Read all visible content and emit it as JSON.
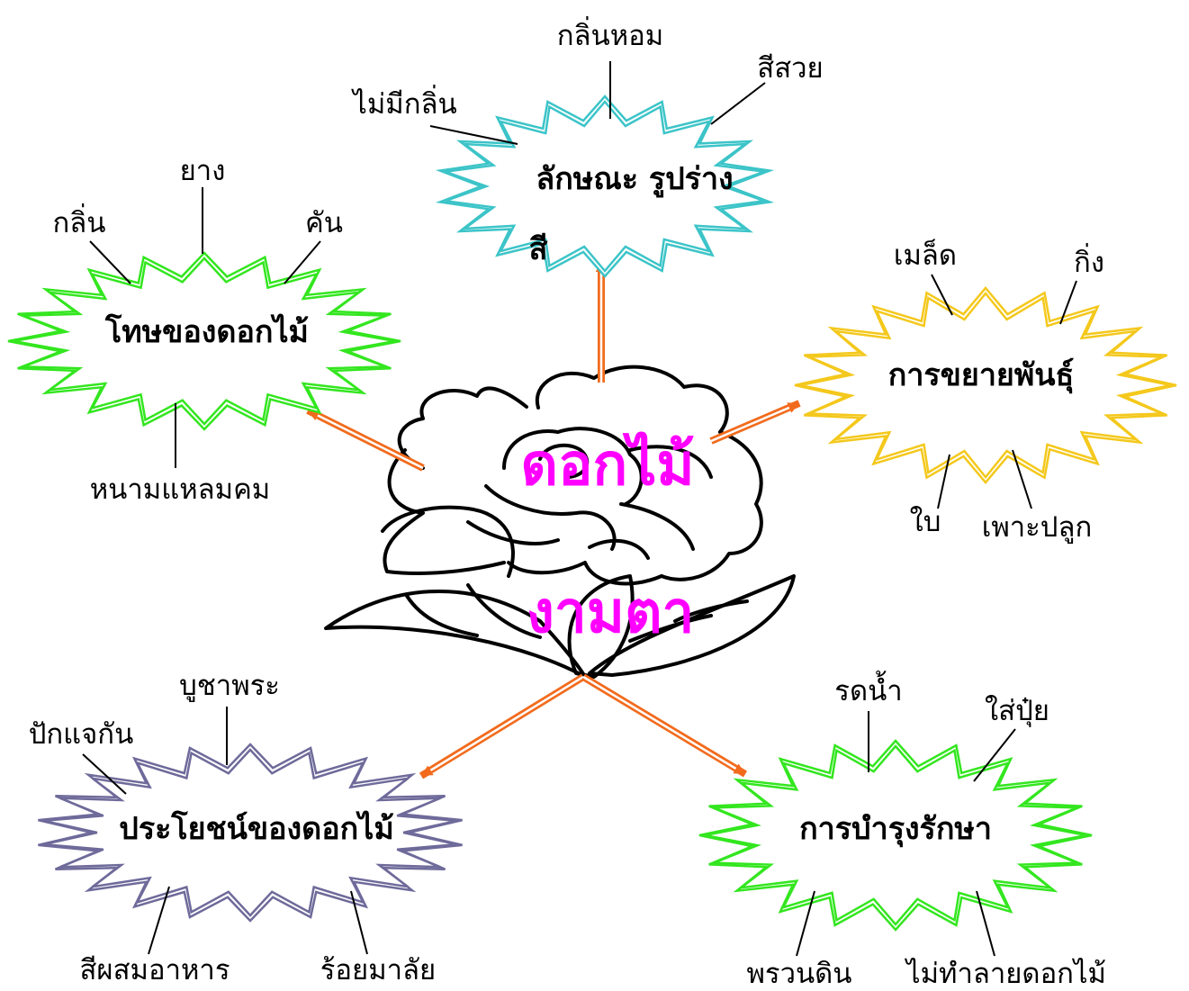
{
  "center": {
    "title": "ดอกไม้",
    "subtitle": "งามตา",
    "text_color": "#ff00ff"
  },
  "colors": {
    "arrow": "#f26b1d",
    "connector_line": "#000000"
  },
  "topics": {
    "features": {
      "title_line1": "ลักษณะ  รูปร่าง",
      "title_line2": "สี",
      "outline_color": "#3cc4c8",
      "labels": {
        "fragrant": "กลิ่นหอม",
        "pretty_color": "สีสวย",
        "no_scent": "ไม่มีกลิ่น"
      }
    },
    "harm": {
      "title": "โทษของดอกไม้",
      "outline_color": "#33e61f",
      "labels": {
        "sap": "ยาง",
        "scent": "กลิ่น",
        "itch": "คัน",
        "thorns": "หนามแหลมคม"
      }
    },
    "propagation": {
      "title": "การขยายพันธุ์",
      "outline_color": "#f4c81c",
      "labels": {
        "seed": "เมล็ด",
        "branch": "กิ่ง",
        "leaf": "ใบ",
        "planting": "เพาะปลูก"
      }
    },
    "benefits": {
      "title": "ประโยชน์ของดอกไม้",
      "outline_color": "#6e6a9a",
      "labels": {
        "worship": "บูชาพระ",
        "vase": "ปักแจกัน",
        "food_color": "สีผสมอาหาร",
        "garland": "ร้อยมาลัย"
      }
    },
    "care": {
      "title": "การบำรุงรักษา",
      "outline_color": "#33e61f",
      "labels": {
        "water": "รดน้ำ",
        "fertilize": "ใส่ปุ๋ย",
        "soil": "พรวนดิน",
        "no_destroy": "ไม่ทำลายดอกไม้"
      }
    }
  }
}
